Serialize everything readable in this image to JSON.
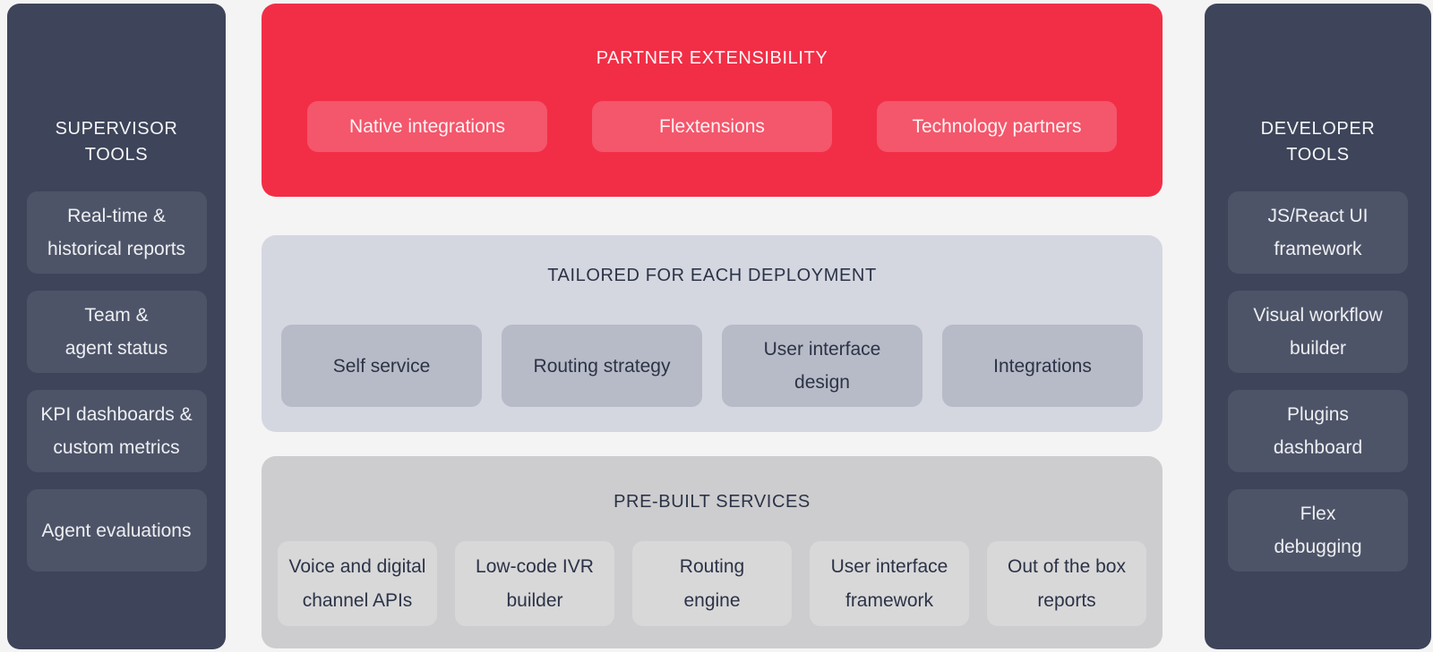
{
  "colors": {
    "page_background": "#F4F4F5",
    "sidebar_background": "#3E4459",
    "sidebar_chip_background": "#4E5468",
    "partner_panel_background": "#F22E46",
    "partner_chip_background": "#F4566B",
    "tailored_panel_background": "#D4D7E0",
    "tailored_chip_background": "#B7BBC7",
    "prebuilt_panel_background": "#CDCDCF",
    "prebuilt_chip_background": "#D8D8D9",
    "dark_text": "#2C3347",
    "light_text": "#F5F6F8"
  },
  "supervisor_tools": {
    "title_lines": [
      "SUPERVISOR",
      "TOOLS"
    ],
    "items": [
      {
        "lines": [
          "Real-time &",
          "historical reports"
        ]
      },
      {
        "lines": [
          "Team &",
          "agent status"
        ]
      },
      {
        "lines": [
          "KPI dashboards &",
          "custom metrics"
        ]
      },
      {
        "lines": [
          "Agent evaluations"
        ]
      }
    ]
  },
  "partner_extensibility": {
    "title": "PARTNER EXTENSIBILITY",
    "items": [
      {
        "lines": [
          "Native integrations"
        ]
      },
      {
        "lines": [
          "Flextensions"
        ]
      },
      {
        "lines": [
          "Technology partners"
        ]
      }
    ]
  },
  "tailored_deployment": {
    "title": "TAILORED FOR EACH DEPLOYMENT",
    "items": [
      {
        "lines": [
          "Self service"
        ]
      },
      {
        "lines": [
          "Routing strategy"
        ]
      },
      {
        "lines": [
          "User interface",
          "design"
        ]
      },
      {
        "lines": [
          "Integrations"
        ]
      }
    ]
  },
  "prebuilt_services": {
    "title": "PRE-BUILT SERVICES",
    "items": [
      {
        "lines": [
          "Voice and digital",
          "channel APIs"
        ]
      },
      {
        "lines": [
          "Low-code IVR",
          "builder"
        ]
      },
      {
        "lines": [
          "Routing",
          "engine"
        ]
      },
      {
        "lines": [
          "User interface",
          "framework"
        ]
      },
      {
        "lines": [
          "Out of the box",
          "reports"
        ]
      }
    ]
  },
  "developer_tools": {
    "title_lines": [
      "DEVELOPER",
      "TOOLS"
    ],
    "items": [
      {
        "lines": [
          "JS/React UI",
          "framework"
        ]
      },
      {
        "lines": [
          "Visual workflow",
          "builder"
        ]
      },
      {
        "lines": [
          "Plugins",
          "dashboard"
        ]
      },
      {
        "lines": [
          "Flex",
          "debugging"
        ]
      }
    ]
  }
}
